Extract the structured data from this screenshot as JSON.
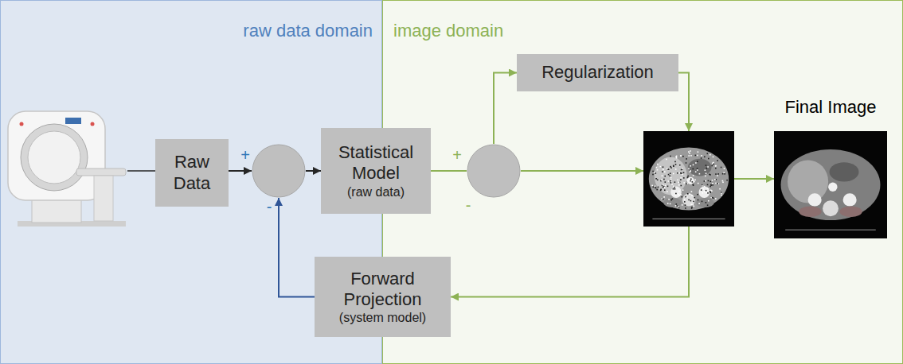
{
  "diagram": {
    "nodes": [
      {
        "text": [
          "raw data domain"
        ]
      },
      {
        "text": [
          "image domain"
        ]
      },
      {
        "text": [
          "Raw Data"
        ],
        "in": 0
      },
      {
        "text": [
          "+",
          "-"
        ],
        "in": 0
      },
      {
        "text": [
          "Statistical Model",
          "(raw data)"
        ]
      },
      {
        "text": [
          "+",
          "-"
        ],
        "in": 1
      },
      {
        "text": [
          "Regularization"
        ],
        "in": 1
      },
      {
        "text": [],
        "in": 1
      },
      {
        "text": [
          "Final Image"
        ],
        "in": 1
      },
      {
        "text": [
          "Forward Projection",
          "(system model)"
        ]
      }
    ],
    "edges": [
      {
        "from": 2,
        "to": 3,
        "arrow": "to"
      },
      {
        "from": 3,
        "to": 4,
        "arrow": "to"
      },
      {
        "from": 4,
        "to": 5,
        "arrow": "none"
      },
      {
        "from": 5,
        "to": 6,
        "arrow": "to"
      },
      {
        "from": 5,
        "to": 7,
        "arrow": "to"
      },
      {
        "from": 6,
        "to": 7,
        "arrow": "to"
      },
      {
        "from": 7,
        "to": 8,
        "arrow": "to"
      },
      {
        "from": 7,
        "to": 9,
        "arrow": "to"
      },
      {
        "from": 9,
        "to": 3,
        "arrow": "to"
      }
    ]
  }
}
